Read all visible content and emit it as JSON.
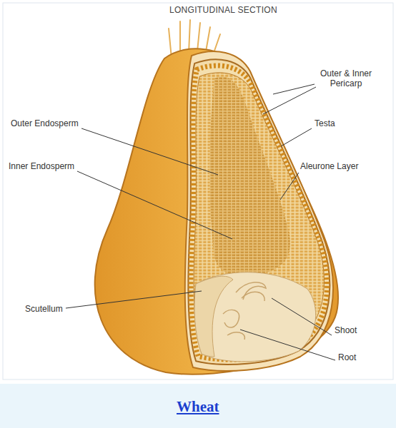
{
  "diagram": {
    "title": "LONGITUDINAL SECTION",
    "caption": "Wheat",
    "labels": [
      "Outer & Inner Pericarp",
      "Testa",
      "Outer Endosperm",
      "Inner Endosperm",
      "Aleurone Layer",
      "Scutellum",
      "Shoot",
      "Root"
    ]
  }
}
